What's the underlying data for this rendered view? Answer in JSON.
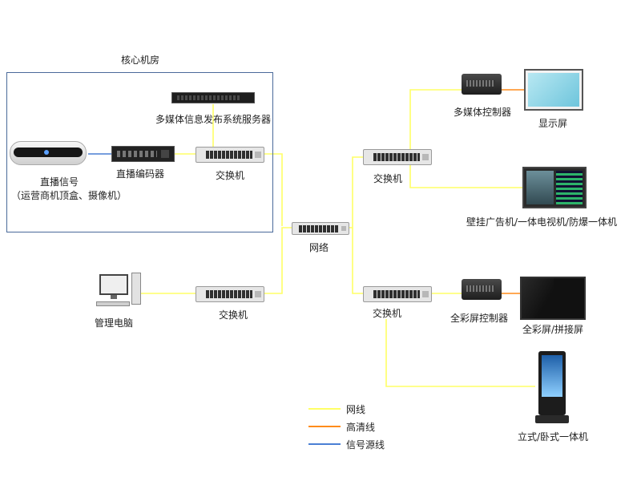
{
  "core_room": {
    "label": "核心机房"
  },
  "nodes": {
    "server": {
      "label": "多媒体信息发布系统服务器"
    },
    "live_signal": {
      "label_line1": "直播信号",
      "label_line2": "（运营商机顶盒、摄像机）"
    },
    "live_encoder": {
      "label": "直播编码器"
    },
    "core_switch": {
      "label": "交换机"
    },
    "network": {
      "label": "网络"
    },
    "mgmt_pc": {
      "label": "管理电脑"
    },
    "mgmt_switch": {
      "label": "交换机"
    },
    "top_switch": {
      "label": "交换机"
    },
    "bottom_switch": {
      "label": "交换机"
    },
    "media_controller": {
      "label": "多媒体控制器"
    },
    "display": {
      "label": "显示屏"
    },
    "wall_ad": {
      "label": "壁挂广告机/一体电视机/防爆一体机"
    },
    "fullcolor_controller": {
      "label": "全彩屏控制器"
    },
    "fullcolor_screen": {
      "label": "全彩屏/拼接屏"
    },
    "kiosk": {
      "label": "立式/卧式一体机"
    }
  },
  "legend": [
    {
      "label": "网线",
      "color": "#ffff66"
    },
    {
      "label": "高清线",
      "color": "#ff8c1a"
    },
    {
      "label": "信号源线",
      "color": "#4a7fd4"
    }
  ],
  "colors": {
    "network_cable": "#ffff66",
    "hd_cable": "#ff8c1a",
    "signal_cable": "#4a7fd4"
  }
}
